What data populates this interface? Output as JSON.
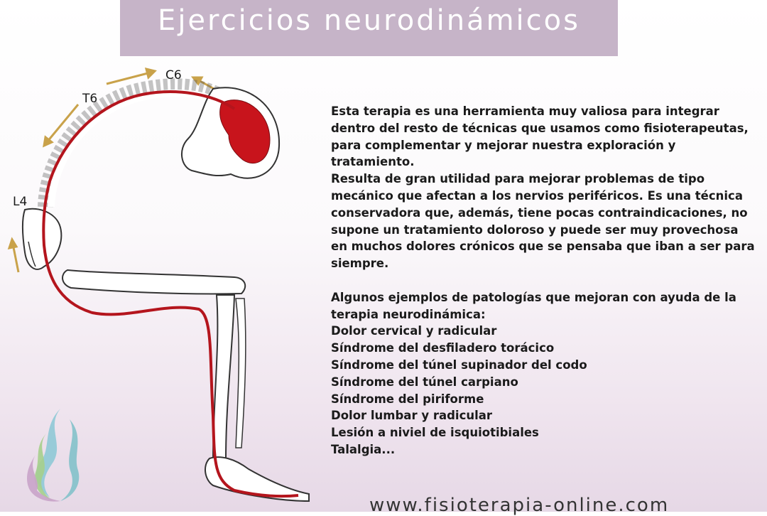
{
  "title": "Ejercicios neurodinámicos",
  "labels": {
    "c6": "C6",
    "t6": "T6",
    "l4": "L4"
  },
  "paragraphs": [
    "Esta terapia es una herramienta muy valiosa para integrar dentro del resto de técnicas que usamos como fisioterapeutas, para complementar y mejorar nuestra exploración y tratamiento.",
    "Resulta de gran utilidad para mejorar problemas de tipo mecánico que afectan a los nervios periféricos. Es una técnica conservadora que, además, tiene pocas contraindicaciones, no supone un tratamiento doloroso y puede ser muy provechosa en muchos dolores crónicos que se pensaba que iban a ser para siempre."
  ],
  "examples_intro": "Algunos ejemplos de patologías que mejoran con ayuda de la terapia neurodinámica:",
  "examples": [
    "Dolor cervical y radicular",
    "Síndrome del desfiladero torácico",
    "Síndrome del túnel supinador del codo",
    "Síndrome del túnel carpiano",
    "Síndrome del piriforme",
    "Dolor lumbar y radicular",
    "Lesión a niviel de isquiotibiales",
    "Talalgia..."
  ],
  "footer_url": "www.fisioterapia-online.com",
  "colors": {
    "banner": "#c6b4c8",
    "nerve": "#b4151d",
    "brain": "#c8141c",
    "arrow": "#c9a24a"
  }
}
